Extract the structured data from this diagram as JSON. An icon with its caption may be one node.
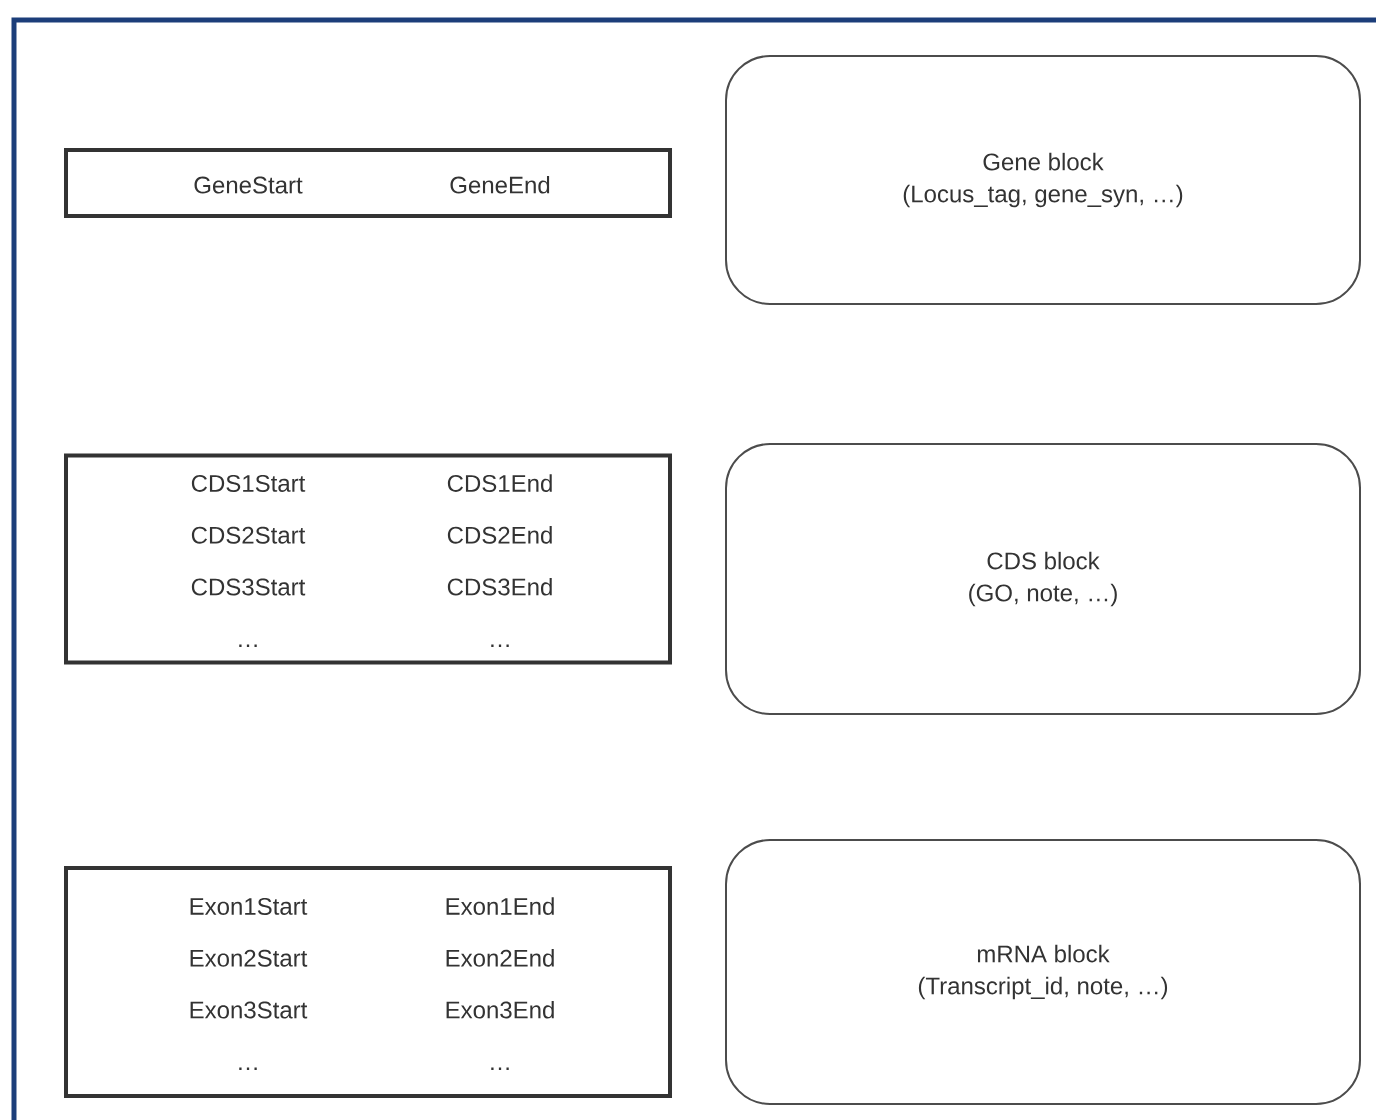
{
  "diagram": {
    "nodes": [
      {
        "text": [
          "GeneStart",
          "GeneEnd"
        ]
      },
      {
        "text": [
          "Gene block",
          "(Locus_tag, gene_syn, …)"
        ]
      },
      {
        "text": [
          "CDS1Start",
          "CDS1End",
          "CDS2Start",
          "CDS2End",
          "CDS3Start",
          "CDS3End",
          "…",
          "…"
        ]
      },
      {
        "text": [
          "CDS block",
          "(GO, note, …)"
        ]
      },
      {
        "text": [
          "Exon1Start",
          "Exon1End",
          "Exon2Start",
          "Exon2End",
          "Exon3Start",
          "Exon3End",
          "…",
          "…"
        ]
      },
      {
        "text": [
          "mRNA block",
          "(Transcript_id, note, …)"
        ]
      }
    ]
  }
}
